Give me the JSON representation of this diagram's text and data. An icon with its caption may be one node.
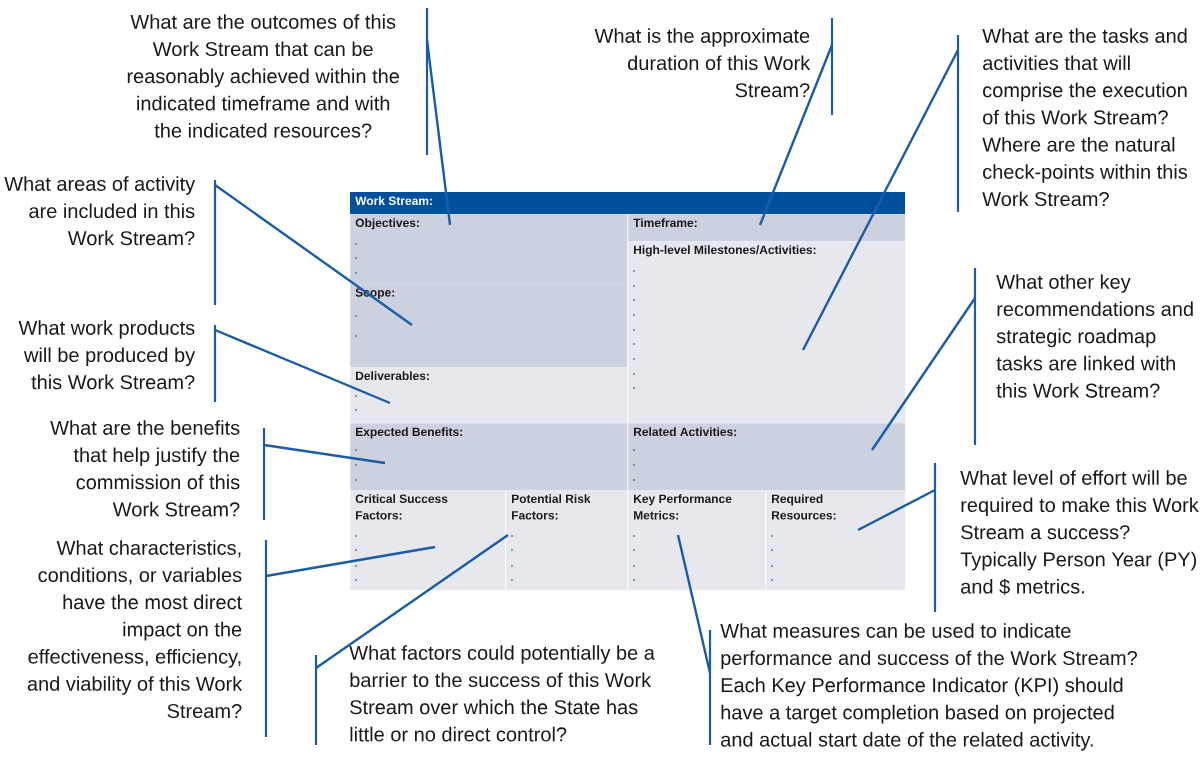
{
  "diagram": {
    "nodes": [
      {
        "text": [
          "Work Stream:"
        ]
      },
      {
        "text": [
          "Objectives:"
        ]
      },
      {
        "text": [
          "Timeframe:"
        ]
      },
      {
        "text": [
          "High-level Milestones/Activities:"
        ]
      },
      {
        "text": [
          "Scope:"
        ]
      },
      {
        "text": [
          "Deliverables:"
        ]
      },
      {
        "text": [
          "Expected Benefits:"
        ]
      },
      {
        "text": [
          "Related Activities:"
        ]
      },
      {
        "text": [
          "Critical Success Factors:"
        ]
      },
      {
        "text": [
          "Potential Risk Factors:"
        ]
      },
      {
        "text": [
          "Key Performance Metrics:"
        ]
      },
      {
        "text": [
          "Required Resources:"
        ]
      },
      {
        "text": [
          "What are the outcomes of this Work Stream that can be reasonably achieved within the indicated timeframe and with the indicated resources?"
        ]
      },
      {
        "text": [
          "What is the approximate duration of this Work Stream?"
        ]
      },
      {
        "text": [
          "What are the tasks and activities that will comprise the execution of this Work Stream? Where are the natural check-points within this Work Stream?"
        ]
      },
      {
        "text": [
          "What areas of activity are included in this Work Stream?"
        ]
      },
      {
        "text": [
          "What work products will be produced by this Work Stream?"
        ]
      },
      {
        "text": [
          "What other key recommendations and strategic roadmap tasks are linked with this Work Stream?"
        ]
      },
      {
        "text": [
          "What are the benefits that help justify the commission of this Work Stream?"
        ]
      },
      {
        "text": [
          "What characteristics, conditions, or variables have the most direct impact on the effectiveness, efficiency, and viability of this Work Stream?"
        ]
      },
      {
        "text": [
          "What factors could potentially be a barrier to the success of this Work Stream over which the State has little or no direct control?"
        ]
      },
      {
        "text": [
          "What measures can be used to indicate performance and success of the Work Stream? Each Key Performance Indicator (KPI) should have a target completion based on projected and actual start date of the related activity."
        ]
      },
      {
        "text": [
          "What level of effort will be required to make this Work Stream a success? Typically Person Year (PY) and $ metrics."
        ]
      }
    ],
    "edges": [
      {
        "from": 12,
        "to": 1,
        "arrow": "none"
      },
      {
        "from": 13,
        "to": 2,
        "arrow": "none"
      },
      {
        "from": 14,
        "to": 3,
        "arrow": "none"
      },
      {
        "from": 15,
        "to": 4,
        "arrow": "none"
      },
      {
        "from": 16,
        "to": 5,
        "arrow": "none"
      },
      {
        "from": 17,
        "to": 7,
        "arrow": "none"
      },
      {
        "from": 18,
        "to": 6,
        "arrow": "none"
      },
      {
        "from": 19,
        "to": 8,
        "arrow": "none"
      },
      {
        "from": 20,
        "to": 9,
        "arrow": "none"
      },
      {
        "from": 21,
        "to": 10,
        "arrow": "none"
      },
      {
        "from": 22,
        "to": 11,
        "arrow": "none"
      }
    ]
  }
}
